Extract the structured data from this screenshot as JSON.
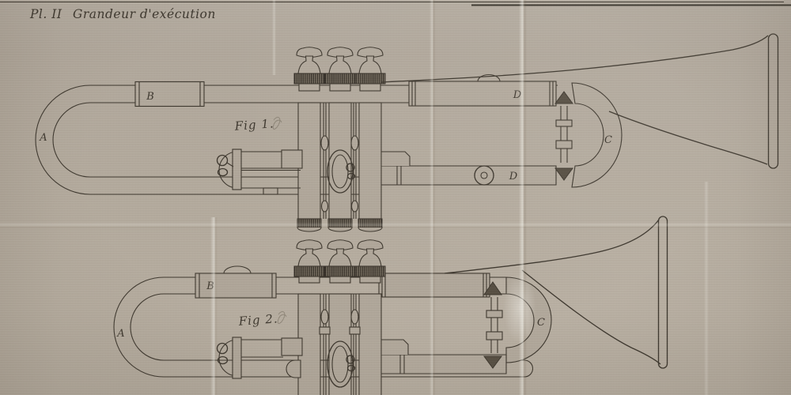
{
  "document": {
    "plate_label": "Pl. II",
    "title": "Grandeur d'exécution"
  },
  "fig1": {
    "caption": "Fig 1.",
    "labels": {
      "a": "A",
      "b": "B",
      "c": "C",
      "d_upper": "D",
      "d_lower": "D"
    }
  },
  "fig2": {
    "caption": "Fig 2.",
    "labels": {
      "a": "A",
      "b": "B",
      "c": "C"
    }
  },
  "palette": {
    "paper": "#b3aa9d",
    "ink": "#3c362d",
    "crease": "#d9d2c5",
    "dkfit": "#564e42"
  }
}
